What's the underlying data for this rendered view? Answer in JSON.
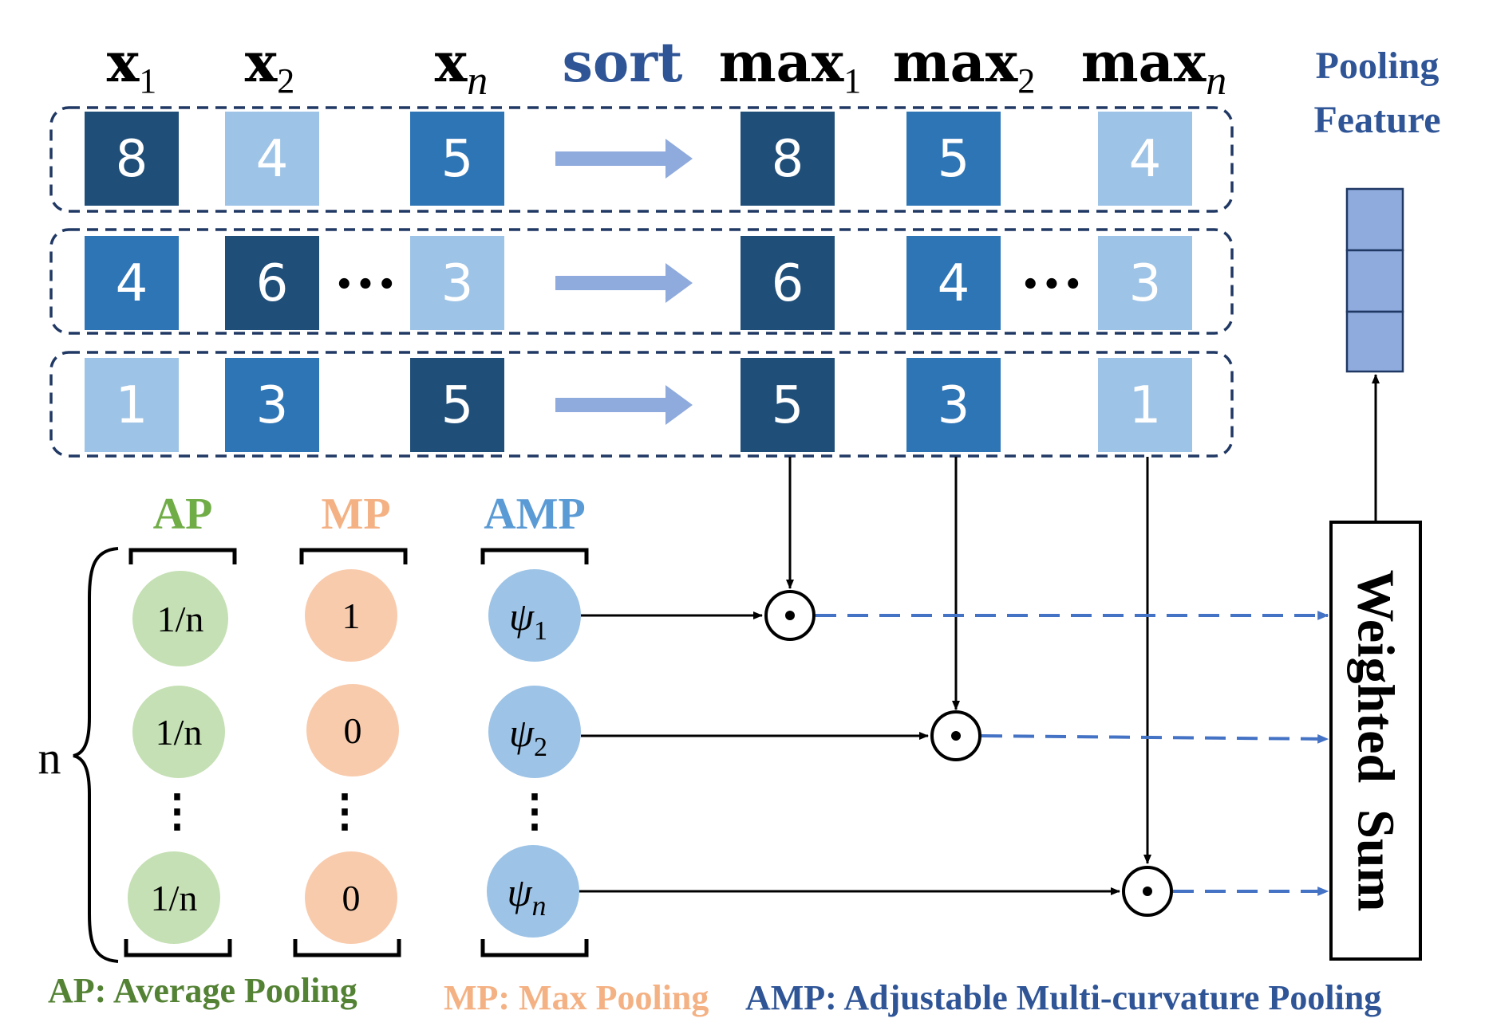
{
  "colors": {
    "dark": "#1f4e79",
    "mid": "#2e75b6",
    "light": "#9dc3e6",
    "arrow_fill": "#8faadc",
    "ap_green": "#70ad47",
    "ap_circle": "#c5e0b4",
    "mp_orange": "#f4b183",
    "mp_circle": "#f8cbad",
    "amp_blue": "#5b9bd5",
    "amp_circle": "#9dc3e6",
    "title_blue": "#2f5597",
    "dashed_blue": "#4472c4",
    "feature_cell": "#8faadc"
  },
  "headers": {
    "x1_base": "x",
    "x1_sub": "1",
    "x2_base": "x",
    "x2_sub": "2",
    "xn_base": "x",
    "xn_sub": "n",
    "sort": "sort",
    "max1_base": "max",
    "max1_sub": "1",
    "max2_base": "max",
    "max2_sub": "2",
    "maxn_base": "max",
    "maxn_sub": "n",
    "pooling_feature_line1": "Pooling",
    "pooling_feature_line2": "Feature"
  },
  "rows": [
    {
      "inputs": [
        {
          "v": "8",
          "shade": "dark"
        },
        {
          "v": "4",
          "shade": "light"
        },
        {
          "v": "5",
          "shade": "mid"
        }
      ],
      "sorted": [
        {
          "v": "8",
          "shade": "dark"
        },
        {
          "v": "5",
          "shade": "mid"
        },
        {
          "v": "4",
          "shade": "light"
        }
      ]
    },
    {
      "inputs": [
        {
          "v": "4",
          "shade": "mid"
        },
        {
          "v": "6",
          "shade": "dark"
        },
        {
          "v": "3",
          "shade": "light"
        }
      ],
      "sorted": [
        {
          "v": "6",
          "shade": "dark"
        },
        {
          "v": "4",
          "shade": "mid"
        },
        {
          "v": "3",
          "shade": "light"
        }
      ]
    },
    {
      "inputs": [
        {
          "v": "1",
          "shade": "light"
        },
        {
          "v": "3",
          "shade": "mid"
        },
        {
          "v": "5",
          "shade": "dark"
        }
      ],
      "sorted": [
        {
          "v": "5",
          "shade": "dark"
        },
        {
          "v": "3",
          "shade": "mid"
        },
        {
          "v": "1",
          "shade": "light"
        }
      ]
    }
  ],
  "ellipsis": "···",
  "vertical_ellipsis": "⋮",
  "weight_columns": {
    "ap": {
      "label": "AP",
      "values": [
        "1/n",
        "1/n",
        "1/n"
      ]
    },
    "mp": {
      "label": "MP",
      "values": [
        "1",
        "0",
        "0"
      ]
    },
    "amp": {
      "label": "AMP",
      "symbol": "ψ",
      "subs": [
        "1",
        "2",
        "n"
      ]
    }
  },
  "brace_label": "n",
  "hadamard_symbol": "⊙",
  "weighted_sum": "Weighted  Sum",
  "legend": {
    "ap": "AP: Average Pooling",
    "mp": "MP: Max Pooling",
    "amp": "AMP: Adjustable Multi-curvature Pooling"
  }
}
